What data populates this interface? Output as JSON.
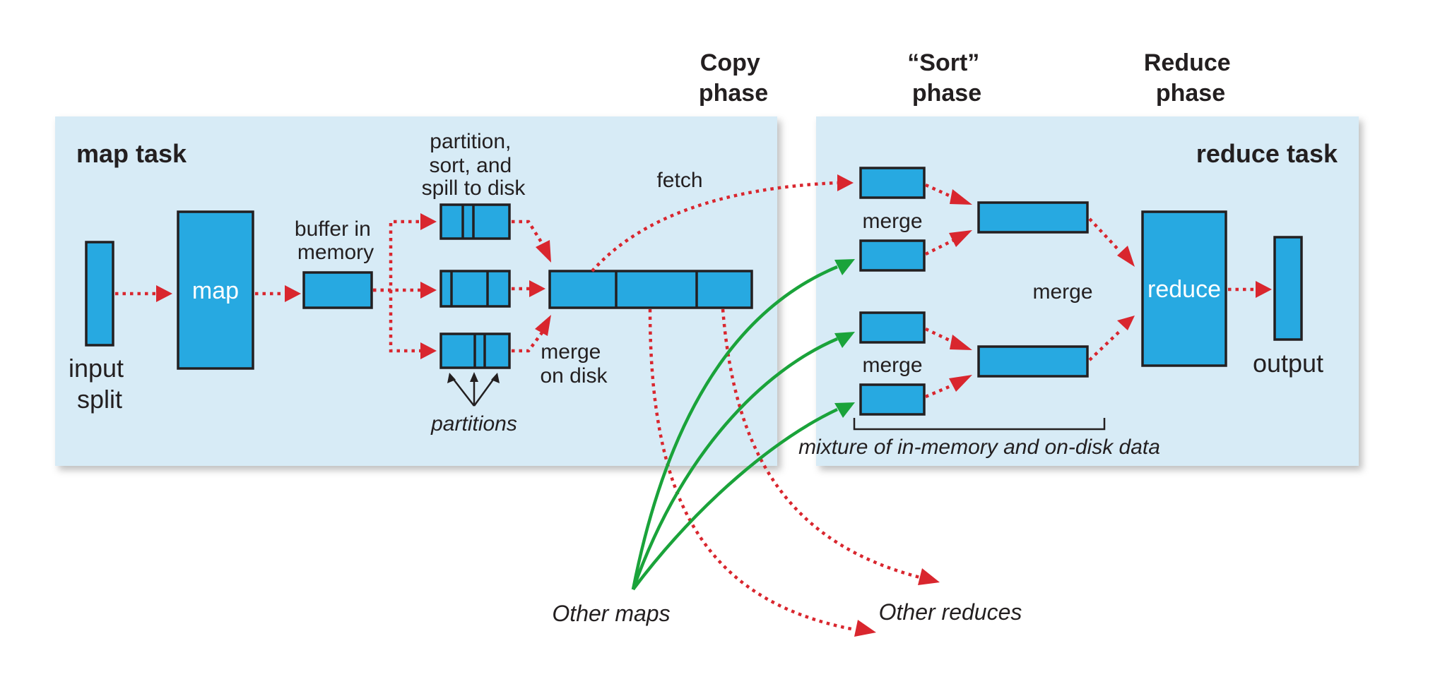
{
  "phases": {
    "copy": [
      "Copy",
      "phase"
    ],
    "sort": [
      "“Sort”",
      "phase"
    ],
    "reduce": [
      "Reduce",
      "phase"
    ]
  },
  "map_task": {
    "title": "map task",
    "input_split": [
      "input",
      "split"
    ],
    "map_label": "map",
    "buffer": [
      "buffer in",
      "memory"
    ],
    "spill": [
      "partition,",
      "sort, and",
      "spill to disk"
    ],
    "partitions": "partitions",
    "merge_on_disk": [
      "merge",
      "on disk"
    ],
    "fetch": "fetch"
  },
  "reduce_task": {
    "title": "reduce task",
    "merge_top": "merge",
    "merge_middle": "merge",
    "merge_bottom": "merge",
    "reduce_label": "reduce",
    "output": "output",
    "mixture": "mixture of in-memory and on-disk data"
  },
  "external": {
    "other_maps": "Other maps",
    "other_reduces": "Other reduces"
  },
  "colors": {
    "panel": "#d7ebf6",
    "block": "#27a9e1",
    "dotted_arrow": "#d9262e",
    "green_arrow": "#1aa33a"
  }
}
